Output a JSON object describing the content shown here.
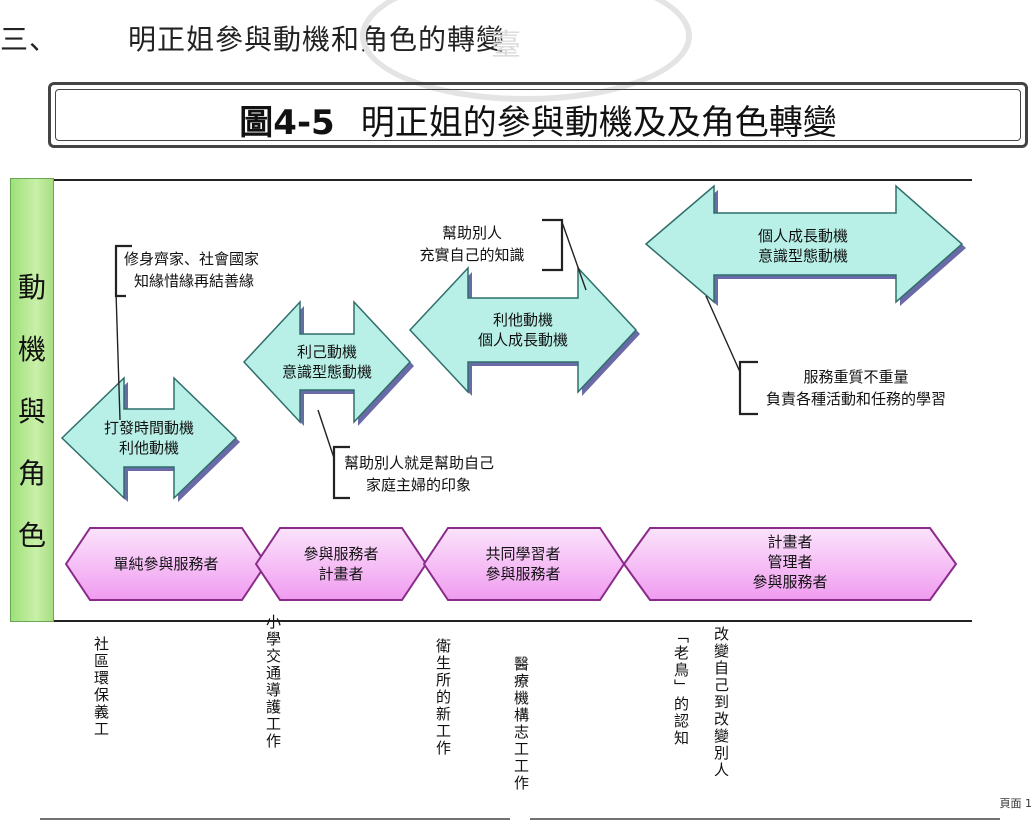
{
  "heading": {
    "number": "三、",
    "text": "明正姐參與動機和角色的轉變"
  },
  "watermark_text": "臺",
  "figure_title": {
    "label": "圖4-5",
    "text": "明正姐的參與動機及及角色轉變"
  },
  "side_label": [
    "動",
    "機",
    "與",
    "角",
    "色"
  ],
  "motivation_arrows": [
    {
      "lines": [
        "打發時間動機",
        "利他動機"
      ]
    },
    {
      "lines": [
        "利己動機",
        "意識型態動機"
      ]
    },
    {
      "lines": [
        "利他動機",
        "個人成長動機"
      ]
    },
    {
      "lines": [
        "個人成長動機",
        "意識型態動機"
      ]
    }
  ],
  "callouts": [
    {
      "lines": [
        "修身齊家、社會國家",
        "知緣惜緣再結善緣"
      ]
    },
    {
      "lines": [
        "幫助別人就是幫助自己",
        "家庭主婦的印象"
      ]
    },
    {
      "lines": [
        "幫助別人",
        "充實自己的知識"
      ]
    },
    {
      "lines": [
        "服務重質不重量",
        "負責各種活動和任務的學習"
      ]
    }
  ],
  "roles": [
    {
      "lines": [
        "單純參與服務者"
      ]
    },
    {
      "lines": [
        "參與服務者",
        "計畫者"
      ]
    },
    {
      "lines": [
        "共同學習者",
        "參與服務者"
      ]
    },
    {
      "lines": [
        "計畫者",
        "管理者",
        "參與服務者"
      ]
    }
  ],
  "events": [
    {
      "text": "社區環保義工"
    },
    {
      "text": "小學交通導護工作"
    },
    {
      "text": "衛生所的新工作"
    },
    {
      "text": "醫療機構志工工作"
    },
    {
      "text": "「老鳥」的認知"
    },
    {
      "text": "改變自己到改變別人"
    }
  ],
  "page_label": "頁面 1",
  "colors": {
    "arrow_fill": "#b8f0e8",
    "arrow_stroke": "#2f6f6a",
    "arrow_shadow": "#6a6aa8",
    "role_fill_top": "#fbe3fb",
    "role_fill_bottom": "#f09cf0",
    "role_stroke": "#8a2a8a",
    "side_bar": "#b8ea92"
  }
}
